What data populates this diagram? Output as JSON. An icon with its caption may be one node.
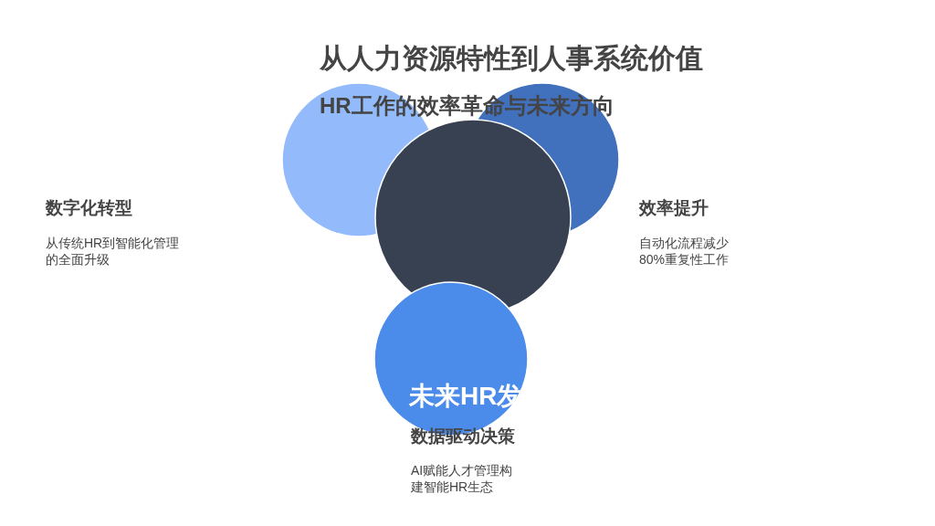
{
  "diagram": {
    "title": "从人力资源特性到人事系统价值",
    "nodes": [
      {
        "text": [],
        "shape": "circle"
      },
      {
        "text": [],
        "shape": "circle"
      },
      {
        "text": [],
        "shape": "circle"
      },
      {
        "text": [
          "未来HR发"
        ]
      }
    ],
    "labels": [
      "HR工作的效率革命与未来方向",
      "数字化转型",
      "从传统HR到智能化管理的全面升级",
      "效率提升",
      "自动化流程减少80%重复性工作",
      "数据驱动决策",
      "AI赋能人才管理构建智能HR生态"
    ]
  }
}
